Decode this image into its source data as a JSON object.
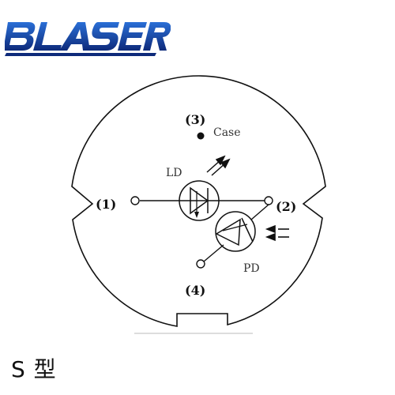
{
  "logo": {
    "text": "BLASER",
    "color": "#0e2a7a",
    "accent": "#2a6fd6"
  },
  "diagram": {
    "pins": [
      "(1)",
      "(2)",
      "(3)",
      "(4)"
    ],
    "labels": {
      "case": "Case",
      "ld": "LD",
      "pd": "PD"
    }
  },
  "caption": "S 型"
}
